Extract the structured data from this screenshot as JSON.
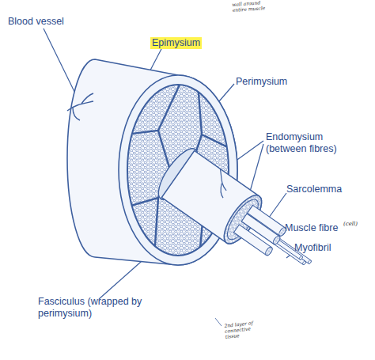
{
  "diagram": {
    "labels": [
      "Blood vessel",
      "Epimysium",
      "wall around entire muscle",
      "Perimysium",
      "Endomysium (between fibres)",
      "Sarcolemma",
      "Muscle fibre",
      "(cell)",
      "Myofibril",
      "Fasciculus (wrapped by perimysium)",
      "2nd layer of connective tissue"
    ]
  }
}
